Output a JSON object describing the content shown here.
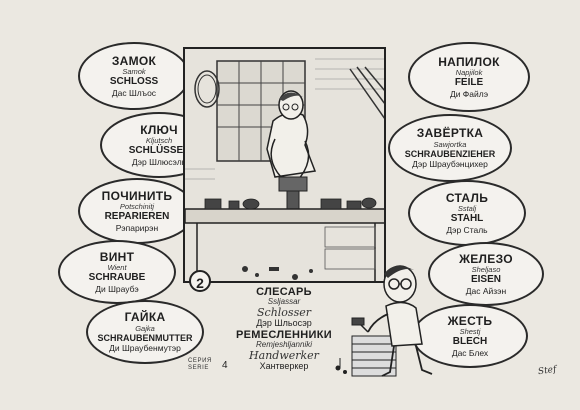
{
  "left_items": [
    {
      "ru": "ЗАМОК",
      "tr": "Samok",
      "de": "SCHLOSS",
      "cy": "Дас Шлъос"
    },
    {
      "ru": "КЛЮЧ",
      "tr": "Kljutsch",
      "de": "SCHLÜSSEL",
      "cy": "Дэр Шлюсэль"
    },
    {
      "ru": "ПОЧИНИТЬ",
      "tr": "Potschinitj",
      "de": "REPARIEREN",
      "cy": "Рэпарирэн"
    },
    {
      "ru": "ВИНТ",
      "tr": "Wient",
      "de": "SCHRAUBE",
      "cy": "Ди Шраубэ"
    },
    {
      "ru": "ГАЙКА",
      "tr": "Gajka",
      "de": "SCHRAUBENMUTTER",
      "cy": "Ди Шраубенмутэр"
    }
  ],
  "right_items": [
    {
      "ru": "НАПИЛОК",
      "tr": "Napjilok",
      "de": "FEILE",
      "cy": "Ди Файлэ"
    },
    {
      "ru": "ЗАВЁРТКА",
      "tr": "Sawjortka",
      "de": "SCHRAUBENZIEHER",
      "cy": "Дэр Шраубэнцихер"
    },
    {
      "ru": "СТАЛЬ",
      "tr": "Sstalj",
      "de": "STAHL",
      "cy": "Дэр Сталь"
    },
    {
      "ru": "ЖЕЛЕЗО",
      "tr": "Sheljaso",
      "de": "EISEN",
      "cy": "Дас Айзэн"
    },
    {
      "ru": "ЖЕСТЬ",
      "tr": "Shestj",
      "de": "BLECH",
      "cy": "Дас Блех"
    }
  ],
  "center": {
    "number": "2",
    "ru1": "СЛЕСАРЬ",
    "tr1": "Ssljassar",
    "de1": "Schlosser",
    "cy1": "Дэр Шльосэр",
    "ru2": "РЕМЕСЛЕННИКИ",
    "tr2": "Remjeshljanniki",
    "de2": "Handwerker",
    "cy2": "Хантверкер"
  },
  "series": {
    "line1": "СЕРИЯ",
    "line2": "SERIE",
    "number": "4"
  },
  "signature": "Stef",
  "colors": {
    "background": "#ebe8e1",
    "ink": "#1f1f1f",
    "oval_fill": "#f4f2ee"
  }
}
